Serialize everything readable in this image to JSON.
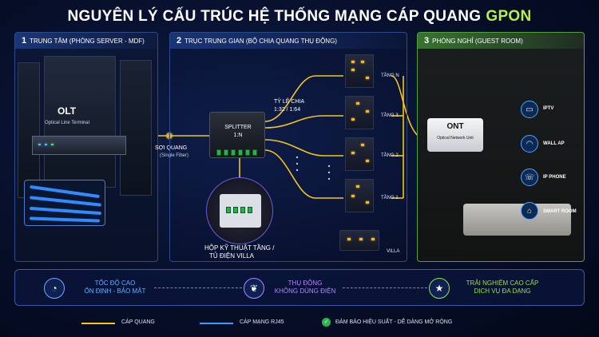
{
  "title": {
    "main": "NGUYÊN LÝ CẤU TRÚC HỆ THỐNG MẠNG CÁP QUANG",
    "accent": "GPON"
  },
  "panels": [
    {
      "num": "1",
      "title": "TRUNG TÂM (PHÒNG SERVER - MDF)"
    },
    {
      "num": "2",
      "title": "TRỤC TRUNG GIAN (BỘ CHIA QUANG THỤ ĐỘNG)"
    },
    {
      "num": "3",
      "title": "PHÒNG NGHỈ (GUEST ROOM)"
    }
  ],
  "olt": {
    "name": "OLT",
    "sub": "Optical Line Terminal"
  },
  "fiber": {
    "label": "SỢI QUANG",
    "sub": "(Single Fiber)"
  },
  "splitter": {
    "line1": "SPLITTER",
    "line2": "1:N",
    "ratio_label": "TỶ LỆ CHIA",
    "ratio_value": "1:32 / 1:64"
  },
  "box_label": {
    "line1": "HỘP KỸ THUẬT TẦNG /",
    "line2": "TỦ ĐIỆN VILLA"
  },
  "floors": [
    "TẦNG N",
    "TẦNG 3",
    "TẦNG 2",
    "TẦNG 1"
  ],
  "villa": "VILLA",
  "ont": {
    "name": "ONT",
    "sub": "Optical Network Unit"
  },
  "devices": [
    {
      "label": "IPTV",
      "icon": "tv-icon"
    },
    {
      "label": "WALL AP",
      "icon": "wifi-icon"
    },
    {
      "label": "IP PHONE",
      "icon": "phone-icon"
    },
    {
      "label": "SMART ROOM",
      "icon": "smart-home-icon"
    }
  ],
  "features": [
    {
      "line1": "TỐC ĐỘ CAO",
      "line2": "ỔN ĐỊNH - BẢO MẬT",
      "color": "#5fb2ff",
      "icon": "speedometer-icon"
    },
    {
      "line1": "THỤ ĐỘNG",
      "line2": "KHÔNG DÙNG ĐIỆN",
      "color": "#b287ff",
      "icon": "leaf-icon"
    },
    {
      "line1": "TRẢI NGHIỆM CAO CẤP",
      "line2": "DỊCH VỤ ĐA DẠNG",
      "color": "#9be04a",
      "icon": "star-icon"
    }
  ],
  "legend": {
    "fiber": "CÁP QUANG",
    "rj45": "CÁP MẠNG RJ45",
    "note": "ĐẢM BẢO HIỆU SUẤT - DỄ DÀNG MỞ RỘNG"
  },
  "colors": {
    "fiber": "#f5c518",
    "rj45": "#3a9bff",
    "accent": "#b8f23a"
  }
}
